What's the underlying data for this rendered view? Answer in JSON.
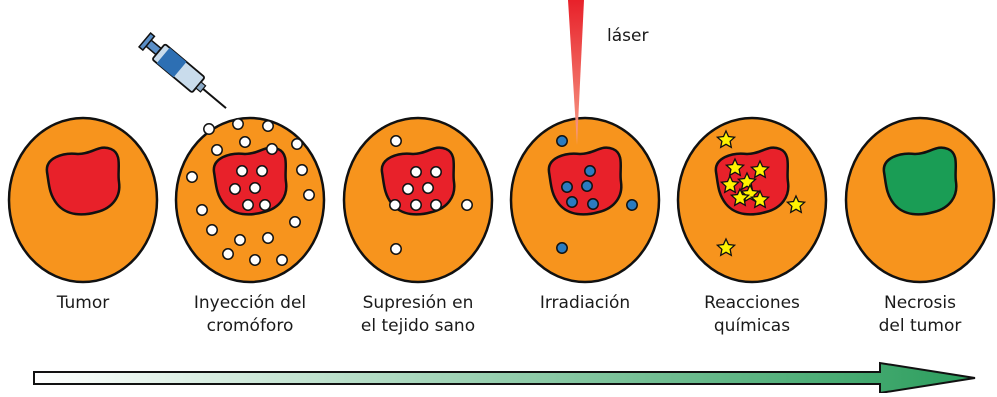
{
  "stages": [
    {
      "label_lines": [
        "Tumor"
      ]
    },
    {
      "label_lines": [
        "Inyección del",
        "cromóforo"
      ]
    },
    {
      "label_lines": [
        "Supresión en",
        "el tejido sano"
      ]
    },
    {
      "label_lines": [
        "Irradiación"
      ]
    },
    {
      "label_lines": [
        "Reacciones",
        "químicas"
      ]
    },
    {
      "label_lines": [
        "Necrosis",
        "del tumor"
      ]
    }
  ],
  "laser": {
    "label": "láser"
  },
  "colors": {
    "cell": "#F7941D",
    "tumor": "#E8212A",
    "necrosis": "#1A9D55",
    "chromophore_active": "#2B7BC0",
    "reaction_star": "#FFF200",
    "laser": "#E8212A",
    "arrow_end": "#2A9D5C"
  },
  "icons": [
    "syringe-icon",
    "laser-beam-icon",
    "star-icon",
    "process-arrow-icon"
  ]
}
